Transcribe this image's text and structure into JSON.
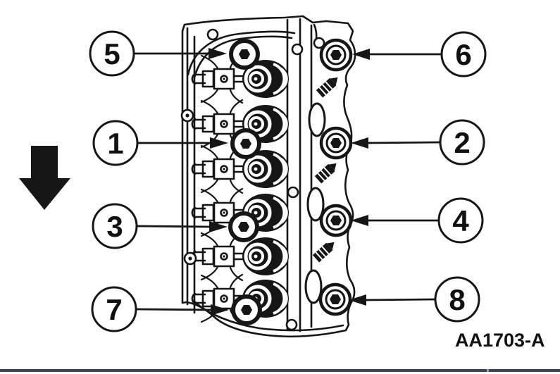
{
  "figure": {
    "code": "AA1703-A",
    "callouts": [
      {
        "label": "5"
      },
      {
        "label": "1"
      },
      {
        "label": "3"
      },
      {
        "label": "7"
      },
      {
        "label": "6"
      },
      {
        "label": "2"
      },
      {
        "label": "4"
      },
      {
        "label": "8"
      }
    ]
  },
  "colors": {
    "ink": "#161616",
    "background": "#ffffff",
    "divider": "#3f4650",
    "divider_tick": "#9aa1aa"
  }
}
